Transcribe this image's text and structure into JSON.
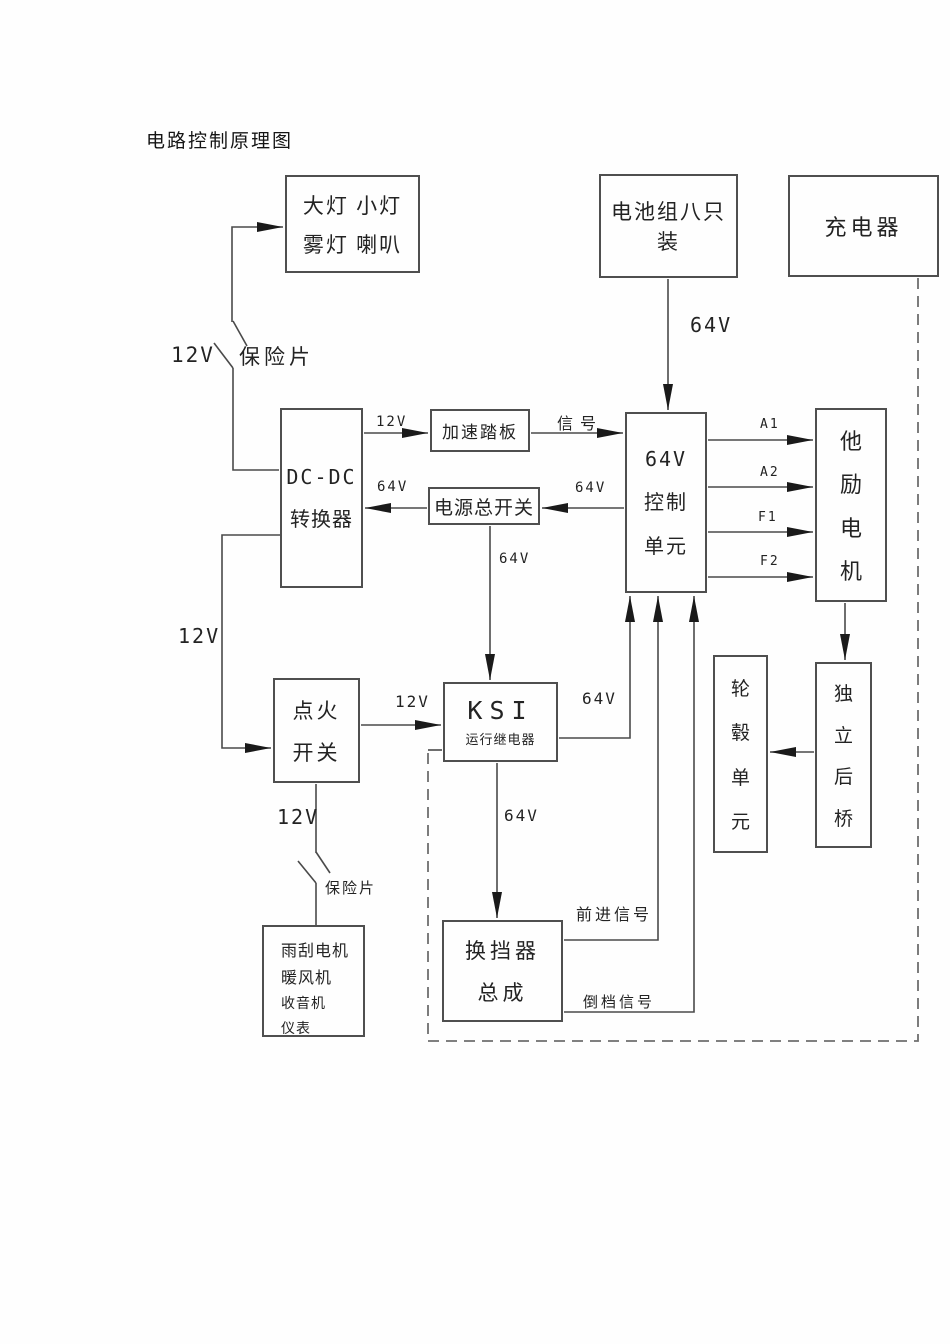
{
  "title": "电路控制原理图",
  "boxes": {
    "lights": {
      "lines": [
        "大灯  小灯",
        "雾灯  喇叭"
      ]
    },
    "battery": {
      "label": "电池组八只装"
    },
    "charger": {
      "label": "充电器"
    },
    "dcdc": {
      "lines": [
        "DC-DC",
        "转换器"
      ]
    },
    "accelerator": {
      "label": "加速踏板"
    },
    "main_switch": {
      "label": "电源总开关"
    },
    "control_unit": {
      "lines": [
        "64V",
        "控制",
        "单元"
      ]
    },
    "motor": {
      "lines": [
        "他",
        "励",
        "电",
        "机"
      ]
    },
    "ignition": {
      "lines": [
        "点火",
        "开关"
      ]
    },
    "ksi": {
      "title": "KSI",
      "subtitle": "运行继电器"
    },
    "hub_unit": {
      "lines": [
        "轮",
        "毂",
        "单",
        "元"
      ]
    },
    "rear_axle": {
      "lines": [
        "独",
        "立",
        "后",
        "桥"
      ]
    },
    "shifter": {
      "lines": [
        "换挡器",
        "总成"
      ]
    },
    "accessories": {
      "lines": [
        "雨刮电机",
        "暖风机",
        "收音机",
        "仪表"
      ]
    }
  },
  "labels": {
    "v12_top": "12V",
    "fuse_top": "保险片",
    "v12_accel": "12V",
    "signal": "信号",
    "v64_battery": "64V",
    "v64_dcdc_in": "64V",
    "v64_switch_in": "64V",
    "v64_switch_ksi": "64V",
    "a1": "A1",
    "a2": "A2",
    "f1": "F1",
    "f2": "F2",
    "v12_left": "12V",
    "v12_ksi": "12V",
    "v64_ksi_ctrl": "64V",
    "v64_ksi_shifter": "64V",
    "v12_bottom": "12V",
    "fuse_bottom": "保险片",
    "forward_signal": "前进信号",
    "reverse_signal": "倒档信号"
  },
  "colors": {
    "wire": "#4a4a4a",
    "dashed_wire": "#6e6e6e",
    "arrow": "#1a1a1a",
    "box_border": "#4f4f4f",
    "text": "#1f1f1f",
    "background": "#fefefe"
  }
}
